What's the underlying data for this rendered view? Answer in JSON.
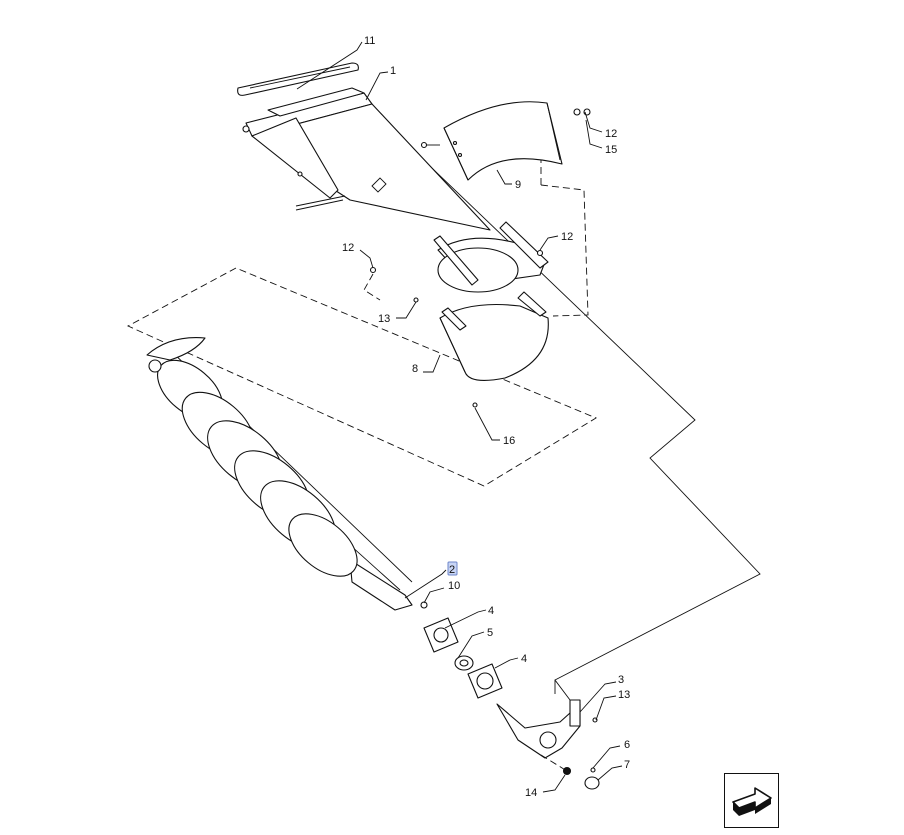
{
  "diagram": {
    "callouts": [
      {
        "id": "c11",
        "label": "11"
      },
      {
        "id": "c1",
        "label": "1"
      },
      {
        "id": "c12a",
        "label": "12"
      },
      {
        "id": "c15",
        "label": "15"
      },
      {
        "id": "c9",
        "label": "9"
      },
      {
        "id": "c12b",
        "label": "12"
      },
      {
        "id": "c12c",
        "label": "12"
      },
      {
        "id": "c13a",
        "label": "13"
      },
      {
        "id": "c8",
        "label": "8"
      },
      {
        "id": "c16",
        "label": "16"
      },
      {
        "id": "c2",
        "label": "2"
      },
      {
        "id": "c10",
        "label": "10"
      },
      {
        "id": "c4a",
        "label": "4"
      },
      {
        "id": "c5",
        "label": "5"
      },
      {
        "id": "c4b",
        "label": "4"
      },
      {
        "id": "c3",
        "label": "3"
      },
      {
        "id": "c13b",
        "label": "13"
      },
      {
        "id": "c6",
        "label": "6"
      },
      {
        "id": "c7",
        "label": "7"
      },
      {
        "id": "c14",
        "label": "14"
      }
    ],
    "highlighted_callout": "2"
  },
  "nav": {
    "icon": "next-page-arrow-icon"
  }
}
